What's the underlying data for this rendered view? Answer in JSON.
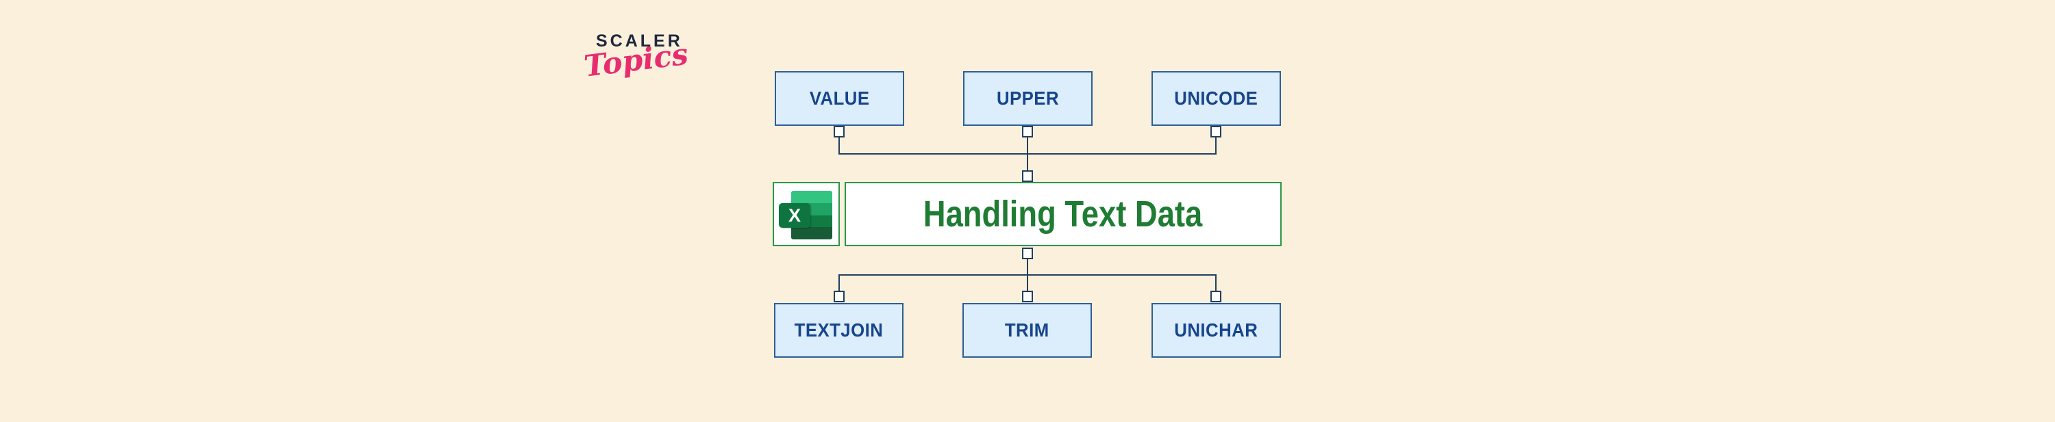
{
  "logo": {
    "brand": "SCALER",
    "subbrand": "Topics"
  },
  "diagram": {
    "center": {
      "title": "Handling Text Data",
      "icon": "excel-logo",
      "icon_letter": "X"
    },
    "top_functions": [
      "VALUE",
      "UPPER",
      "UNICODE"
    ],
    "bottom_functions": [
      "TEXTJOIN",
      "TRIM",
      "UNICHAR"
    ]
  },
  "colors": {
    "background": "#FAF0DC",
    "node_fill": "#DCEDFB",
    "node_border": "#2E5E96",
    "node_text": "#17458D",
    "connector": "#23405E",
    "connector_tab_fill": "#FFFFFF",
    "center_border": "#2B9747",
    "center_text": "#1F7C33",
    "excel_greens": [
      "#33C481",
      "#21A366",
      "#107C41",
      "#185C37"
    ],
    "excel_tile": "#0E7540",
    "logo_navy": "#20273D",
    "logo_pink": "#E82D6F"
  }
}
